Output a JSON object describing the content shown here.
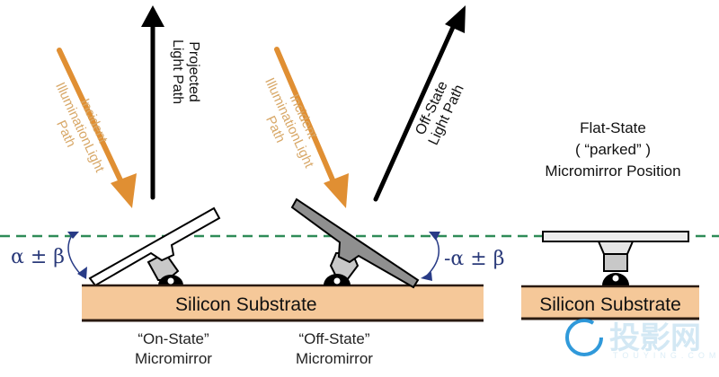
{
  "diagram": {
    "colors": {
      "incident_arrow": "#e08f33",
      "incident_text": "#d8a868",
      "reflected_arrow": "#000000",
      "reference_line": "#2e8b57",
      "substrate_fill": "#f5c899",
      "angle_marker": "#283b86",
      "mirror_on_fill": "#ffffff",
      "mirror_off_fill": "#8f8f8f",
      "post_fill": "#c8c8c8"
    },
    "left_panel": {
      "incident_label": [
        "Incident",
        "IlluminationLight",
        "Path"
      ],
      "projected_label": [
        "Projected",
        "Light Path"
      ],
      "angle_label": "α ± β",
      "substrate_label": "Silicon Substrate",
      "caption_line1": "“On-State”",
      "caption_line2": "Micromirror"
    },
    "middle_panel": {
      "incident_label": [
        "Incident",
        "IlluminationLight",
        "Path"
      ],
      "off_state_label": [
        "Off-State",
        "Light Path"
      ],
      "angle_label": "-α ± β",
      "caption_line1": "“Off-State”",
      "caption_line2": "Micromirror"
    },
    "right_panel": {
      "title_line1": "Flat-State",
      "title_line2": "( “parked” )",
      "title_line3": "Micromirror Position",
      "substrate_label": "Silicon Substrate"
    },
    "watermark": {
      "text": "投影网",
      "subtext": "TOUYING.COM"
    }
  }
}
